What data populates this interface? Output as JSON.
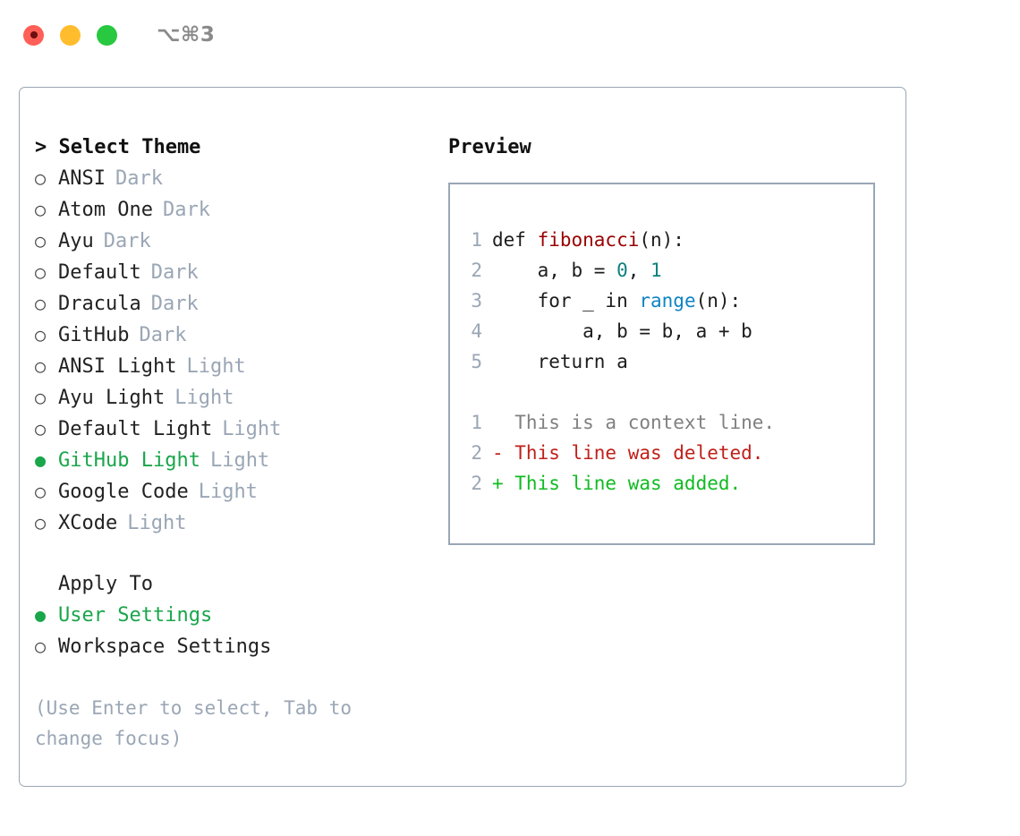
{
  "titlebar": {
    "shortcut": "⌥⌘3",
    "lights": [
      "close-red",
      "minimize-yellow",
      "maximize-green"
    ]
  },
  "theme_list": {
    "header": "> Select Theme",
    "bullet_selected": "●",
    "bullet_unselected": "○",
    "items": [
      {
        "name": "ANSI",
        "tag": "Dark",
        "selected": false
      },
      {
        "name": "Atom One",
        "tag": "Dark",
        "selected": false
      },
      {
        "name": "Ayu",
        "tag": "Dark",
        "selected": false
      },
      {
        "name": "Default",
        "tag": "Dark",
        "selected": false
      },
      {
        "name": "Dracula",
        "tag": "Dark",
        "selected": false
      },
      {
        "name": "GitHub",
        "tag": "Dark",
        "selected": false
      },
      {
        "name": "ANSI Light",
        "tag": "Light",
        "selected": false
      },
      {
        "name": "Ayu Light",
        "tag": "Light",
        "selected": false
      },
      {
        "name": "Default Light",
        "tag": "Light",
        "selected": false
      },
      {
        "name": "GitHub Light",
        "tag": "Light",
        "selected": true
      },
      {
        "name": "Google Code",
        "tag": "Light",
        "selected": false
      },
      {
        "name": "XCode",
        "tag": "Light",
        "selected": false
      }
    ]
  },
  "apply_to": {
    "heading": "Apply To",
    "options": [
      {
        "name": "User Settings",
        "selected": true
      },
      {
        "name": "Workspace Settings",
        "selected": false
      }
    ]
  },
  "hint": "(Use Enter to select, Tab to change focus)",
  "preview": {
    "title": "Preview",
    "code_lines": [
      {
        "num": "1",
        "parts": [
          {
            "t": "def ",
            "c": "code"
          },
          {
            "t": "fibonacci",
            "c": "tok-fn"
          },
          {
            "t": "(n):",
            "c": "code"
          }
        ]
      },
      {
        "num": "2",
        "parts": [
          {
            "t": "    a, b = ",
            "c": "code"
          },
          {
            "t": "0",
            "c": "tok-num"
          },
          {
            "t": ", ",
            "c": "code"
          },
          {
            "t": "1",
            "c": "tok-num"
          }
        ]
      },
      {
        "num": "3",
        "parts": [
          {
            "t": "    for _ in ",
            "c": "code"
          },
          {
            "t": "range",
            "c": "tok-call"
          },
          {
            "t": "(n):",
            "c": "code"
          }
        ]
      },
      {
        "num": "4",
        "parts": [
          {
            "t": "        a, b = b, a + b",
            "c": "code"
          }
        ]
      },
      {
        "num": "5",
        "parts": [
          {
            "t": "    return a",
            "c": "code"
          }
        ]
      }
    ],
    "diff_lines": [
      {
        "num": "1",
        "text": "  This is a context line.",
        "kind": "diff-ctx"
      },
      {
        "num": "2",
        "text": "- This line was deleted.",
        "kind": "diff-del"
      },
      {
        "num": "2",
        "text": "+ This line was added.",
        "kind": "diff-add"
      }
    ]
  },
  "colors": {
    "accent_green": "#1aa64b",
    "muted": "#9aa6b5",
    "border": "#9aa6b5",
    "function_red": "#990000",
    "number_teal": "#0d8080",
    "call_blue": "#0e84c4",
    "diff_deleted": "#c0211b",
    "diff_added": "#11bb22",
    "light_red": "#ff5f57",
    "light_yellow": "#ffbd2e",
    "light_green": "#28c840"
  }
}
